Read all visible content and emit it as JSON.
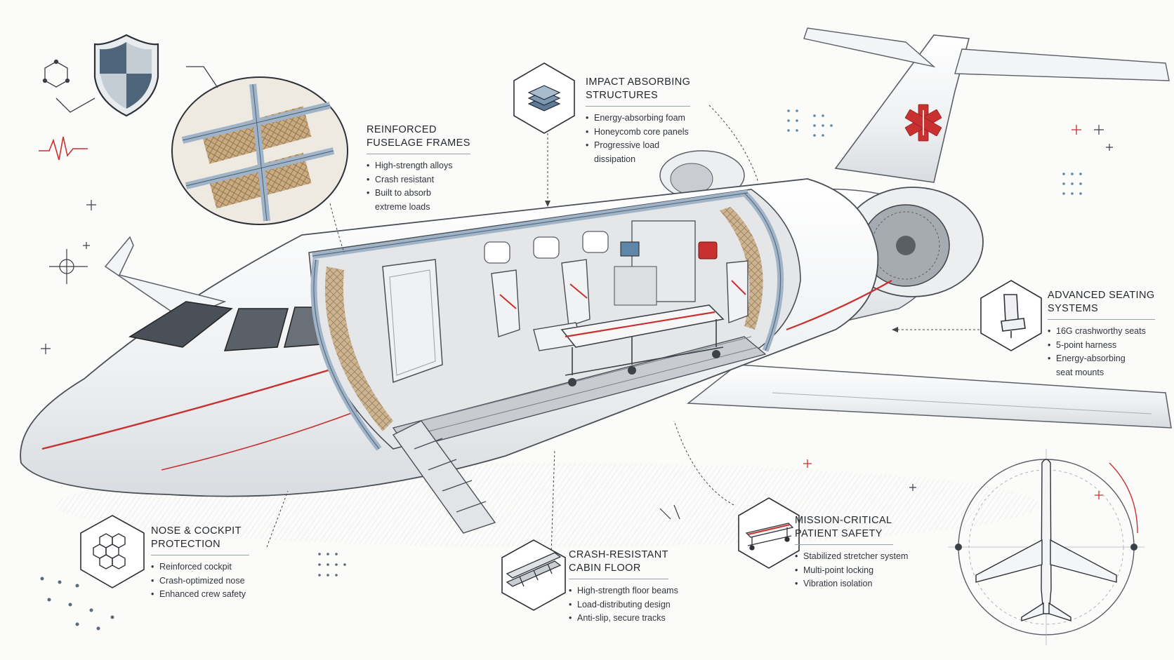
{
  "callouts": {
    "fuselage": {
      "title_1": "REINFORCED",
      "title_2": "FUSELAGE FRAMES",
      "items": [
        "High-strength alloys",
        "Crash resistant",
        "Built to absorb",
        "extreme loads"
      ]
    },
    "impact": {
      "title_1": "IMPACT ABSORBING",
      "title_2": "STRUCTURES",
      "items": [
        "Energy-absorbing foam",
        "Honeycomb core panels",
        "Progressive load",
        "dissipation"
      ]
    },
    "seating": {
      "title_1": "ADVANCED SEATING",
      "title_2": "SYSTEMS",
      "items": [
        "16G crashworthy seats",
        "5-point harness",
        "Energy-absorbing",
        "seat mounts"
      ]
    },
    "nose": {
      "title_1": "NOSE & COCKPIT",
      "title_2": "PROTECTION",
      "items": [
        "Reinforced cockpit",
        "Crash-optimized nose",
        "Enhanced crew safety"
      ]
    },
    "floor": {
      "title_1": "CRASH-RESISTANT",
      "title_2": "CABIN FLOOR",
      "items": [
        "High-strength floor beams",
        "Load-distributing design",
        "Anti-slip, secure tracks"
      ]
    },
    "patient": {
      "title_1": "MISSION-CRITICAL",
      "title_2": "PATIENT SAFETY",
      "items": [
        "Stabilized stretcher system",
        "Multi-point locking",
        "Vibration isolation"
      ]
    }
  },
  "icons": [
    "shield-icon",
    "layers-icon",
    "seat-icon",
    "honeycomb-icon",
    "floor-beams-icon",
    "stretcher-icon",
    "star-of-life-icon",
    "compass-aircraft-icon"
  ],
  "colors": {
    "accent_red": "#c8312f",
    "frame_blue": "#9fb4c8",
    "ink": "#2a2e35"
  }
}
